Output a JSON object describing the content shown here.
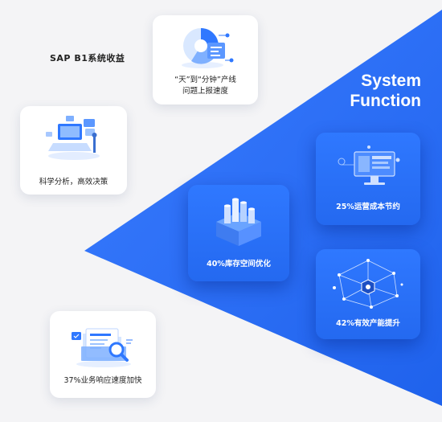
{
  "page": {
    "title": "SAP B1系统收益",
    "system_title": [
      "System",
      "Function"
    ]
  },
  "cards": {
    "speed": {
      "lines": [
        "“天”到“分钟”产线",
        "问题上报速度"
      ]
    },
    "analysis": {
      "label": "科学分析，高效决策"
    },
    "cost": {
      "label": "25%运营成本节约"
    },
    "inventory": {
      "label": "40%库存空间优化"
    },
    "efficiency": {
      "label": "42%有效产能提升"
    },
    "response": {
      "label": "37%业务响应速度加快"
    }
  },
  "colors": {
    "background": "#f4f4f6",
    "triangle": "#2b6ff5",
    "card_blue": "#2f78ff",
    "card_white": "#ffffff",
    "text_dark": "#222222",
    "text_light": "#ffffff"
  },
  "icons": [
    "pie-chart-document-icon",
    "laptop-analytics-icon",
    "monitor-dashboard-icon",
    "isometric-bars-box-icon",
    "network-polyhedron-icon",
    "file-search-folder-icon"
  ]
}
